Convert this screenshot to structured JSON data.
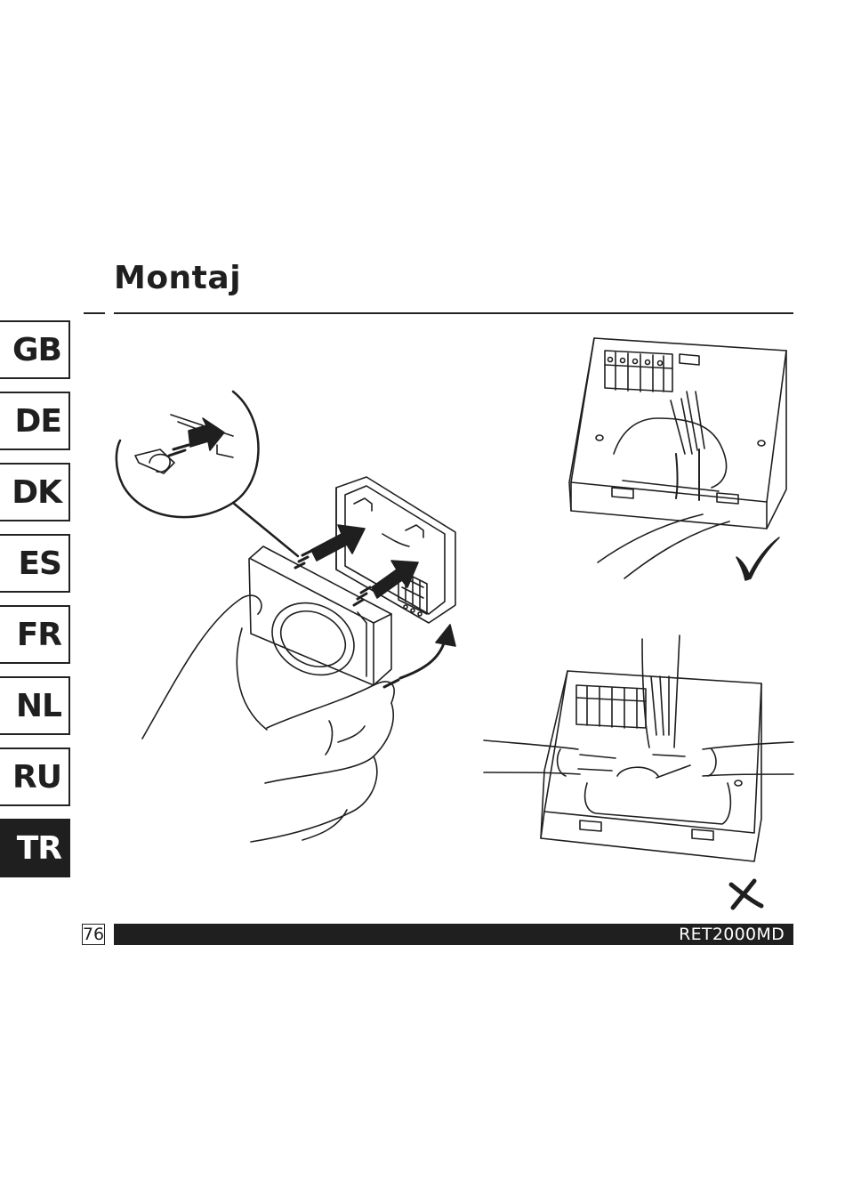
{
  "page": {
    "title": "Montaj"
  },
  "languages": [
    {
      "code": "GB",
      "active": false
    },
    {
      "code": "DE",
      "active": false
    },
    {
      "code": "DK",
      "active": false
    },
    {
      "code": "ES",
      "active": false
    },
    {
      "code": "FR",
      "active": false
    },
    {
      "code": "NL",
      "active": false
    },
    {
      "code": "RU",
      "active": false
    },
    {
      "code": "TR",
      "active": true
    }
  ],
  "footer": {
    "page_number": "76",
    "model": "RET2000MD"
  },
  "icons": {
    "correct": "check-mark-icon",
    "incorrect": "cross-mark-icon"
  },
  "colors": {
    "ink": "#1f1f1f",
    "background": "#ffffff"
  }
}
